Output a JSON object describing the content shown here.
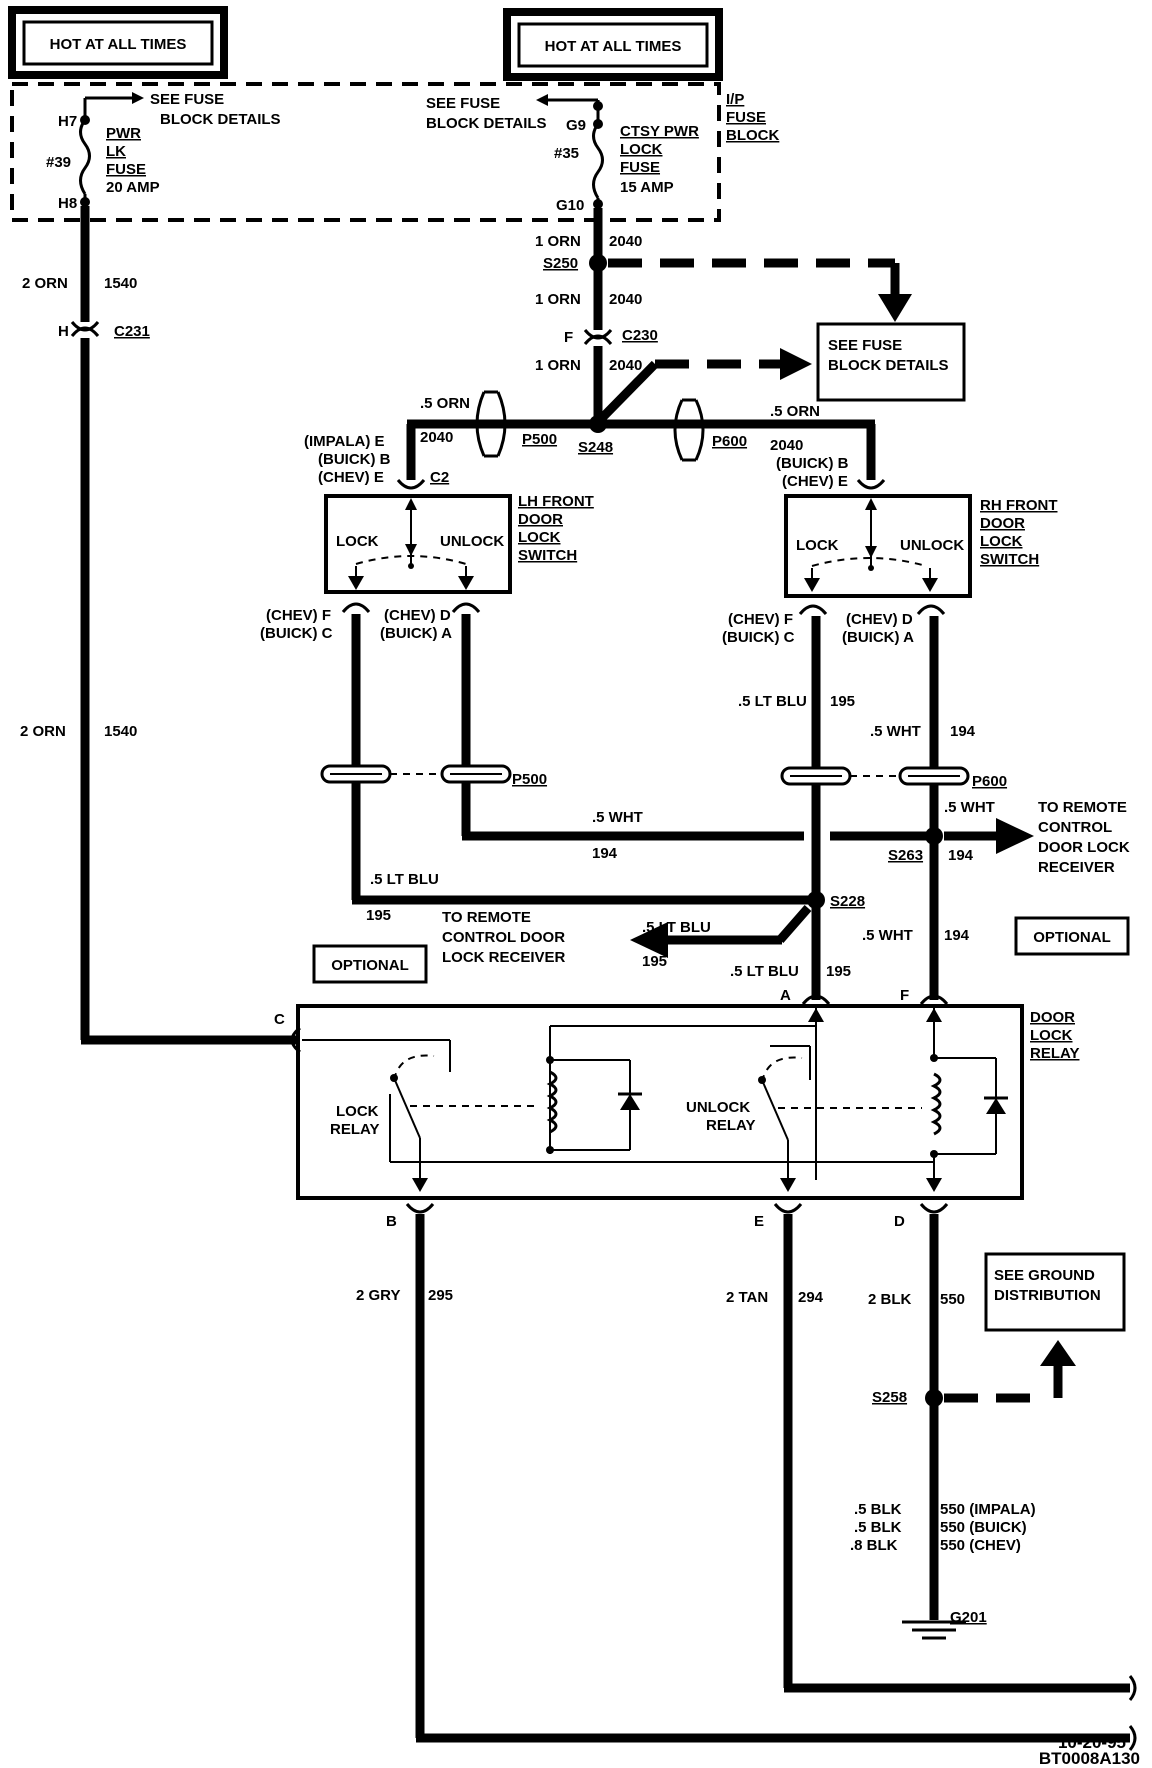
{
  "hot_left": "HOT AT ALL TIMES",
  "hot_right": "HOT AT ALL TIMES",
  "fuse_block": {
    "see_left_1": "SEE FUSE",
    "see_left_2": "BLOCK DETAILS",
    "see_right_1": "SEE FUSE",
    "see_right_2": "BLOCK DETAILS",
    "h7": "H7",
    "h8": "H8",
    "g9": "G9",
    "g10": "G10",
    "f39": "#39",
    "f35": "#35",
    "pwr_1": "PWR",
    "pwr_2": "LK",
    "pwr_3": "FUSE",
    "pwr_4": "20 AMP",
    "ctsy_1": "CTSY PWR",
    "ctsy_2": "LOCK",
    "ctsy_3": "FUSE",
    "ctsy_4": "15 AMP",
    "ip_1": "I/P",
    "ip_2": "FUSE",
    "ip_3": "BLOCK"
  },
  "wires": {
    "w_2orn_top": "2 ORN",
    "w_1540_top": "1540",
    "w_2orn_mid": "2 ORN",
    "w_1540_mid": "1540",
    "w_1orn_a": "1 ORN",
    "w_2040_a": "2040",
    "w_1orn_b": "1 ORN",
    "w_2040_b": "2040",
    "w_1orn_c": "1 ORN",
    "w_2040_c": "2040",
    "w_5orn_l": ".5 ORN",
    "w_2040_l": "2040",
    "w_5orn_r": ".5 ORN",
    "w_2040_r": "2040",
    "w_5ltblu_195_r": ".5 LT BLU",
    "w_195_r": "195",
    "w_5wht_194_r": ".5 WHT",
    "w_194_r": "194",
    "w_5wht_mid": ".5 WHT",
    "w_194_mid": "194",
    "w_5wht_s263": ".5 WHT",
    "w_194_s263": "194",
    "w_5ltblu_left": ".5 LT BLU",
    "w_195_left": "195",
    "w_5ltblu_arrow": ".5 LT BLU",
    "w_195_arrow": "195",
    "w_5ltblu_bottom": ".5 LT BLU",
    "w_195_bottom": "195",
    "w_5wht_bottom": ".5 WHT",
    "w_194_bottom": "194",
    "w_2gry": "2 GRY",
    "w_295": "295",
    "w_2tan": "2 TAN",
    "w_294": "294",
    "w_2blk": "2 BLK",
    "w_550": "550",
    "w_blk1": ".5 BLK",
    "w_550_impala": "550 (IMPALA)",
    "w_blk2": ".5 BLK",
    "w_550_buick": "550 (BUICK)",
    "w_blk3": ".8 BLK",
    "w_550_chev": "550 (CHEV)"
  },
  "connectors": {
    "h_c231": "H",
    "c231": "C231",
    "f_c230": "F",
    "c230": "C230",
    "s250": "S250",
    "s248": "S248",
    "p500_top": "P500",
    "p600_top": "P600",
    "p500_mid": "P500",
    "p600_mid": "P600",
    "c2": "C2",
    "impala_e": "(IMPALA) E",
    "buick_b": "(BUICK) B",
    "chev_e": "(CHEV) E",
    "r_buick_b": "(BUICK) B",
    "r_chev_e": "(CHEV) E",
    "l_chev_f": "(CHEV) F",
    "l_buick_c": "(BUICK) C",
    "l_chev_d": "(CHEV) D",
    "l_buick_a": "(BUICK) A",
    "r_chev_f": "(CHEV) F",
    "r_buick_c": "(BUICK) C",
    "r_chev_d": "(CHEV) D",
    "r_buick_a": "(BUICK) A",
    "s263": "S263",
    "s228": "S228",
    "s258": "S258",
    "g201": "G201",
    "relay_a": "A",
    "relay_f": "F",
    "relay_c": "C",
    "relay_b": "B",
    "relay_e": "E",
    "relay_d": "D"
  },
  "components": {
    "see_fuse_box_1": "SEE FUSE",
    "see_fuse_box_2": "BLOCK DETAILS",
    "lh_1": "LH FRONT",
    "lh_2": "DOOR",
    "lh_3": "LOCK",
    "lh_4": "SWITCH",
    "rh_1": "RH FRONT",
    "rh_2": "DOOR",
    "rh_3": "LOCK",
    "rh_4": "SWITCH",
    "lh_lock": "LOCK",
    "lh_unlock": "UNLOCK",
    "rh_lock": "LOCK",
    "rh_unlock": "UNLOCK",
    "remote_r_1": "TO REMOTE",
    "remote_r_2": "CONTROL",
    "remote_r_3": "DOOR LOCK",
    "remote_r_4": "RECEIVER",
    "remote_l_1": "TO REMOTE",
    "remote_l_2": "CONTROL DOOR",
    "remote_l_3": "LOCK RECEIVER",
    "optional_l": "OPTIONAL",
    "optional_r": "OPTIONAL",
    "relay_1": "DOOR",
    "relay_2": "LOCK",
    "relay_3": "RELAY",
    "lock_relay_1": "LOCK",
    "lock_relay_2": "RELAY",
    "unlock_relay_1": "UNLOCK",
    "unlock_relay_2": "RELAY",
    "ground_1": "SEE GROUND",
    "ground_2": "DISTRIBUTION"
  },
  "footer": {
    "date": "10-20-95",
    "code": "BT0008A130"
  }
}
